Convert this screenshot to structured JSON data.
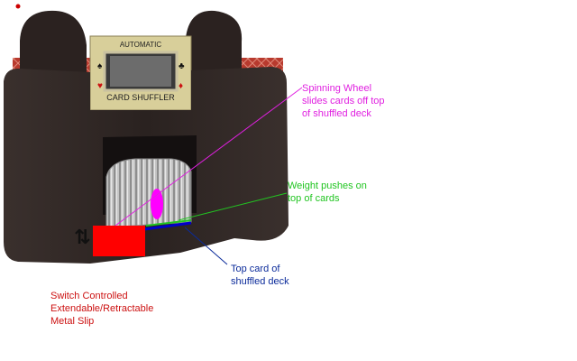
{
  "shuffler": {
    "window_top_text": "AUTOMATIC",
    "window_bottom_text": "CARD SHUFFLER"
  },
  "annotations": {
    "spinning_wheel": {
      "lines": [
        "Spinning Wheel",
        "slides cards off top",
        "of shuffled deck"
      ],
      "color": "#e020e0"
    },
    "weight": {
      "lines": [
        "Weight pushes on",
        "top of cards"
      ],
      "color": "#22c522"
    },
    "top_card": {
      "lines": [
        "Top card of",
        "shuffled deck"
      ],
      "color": "#0a2a9a"
    },
    "switch": {
      "lines": [
        "Switch Controlled",
        "Extendable/Retractable",
        "Metal Slip"
      ],
      "color": "#cc1111"
    }
  },
  "colors": {
    "body": "#2b2220",
    "card_back": "#b83a2e",
    "metal": "#b9b9b9",
    "switch_block": "#ff0000",
    "deck_line": "#0000cc"
  }
}
